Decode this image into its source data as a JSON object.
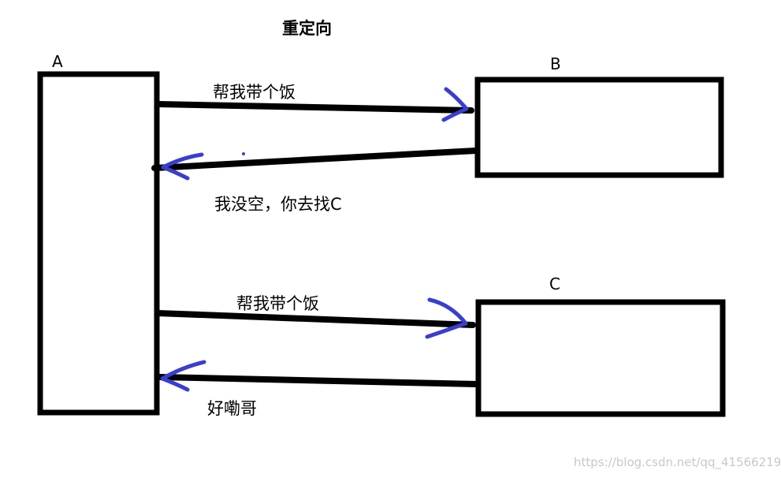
{
  "title": "重定向",
  "nodes": {
    "a": "A",
    "b": "B",
    "c": "C"
  },
  "messages": {
    "a_to_b": "帮我带个饭",
    "b_to_a": "我没空，你去找C",
    "a_to_c": "帮我带个饭",
    "c_to_a": "好嘞哥"
  },
  "watermark": "https://blog.csdn.net/qq_41566219",
  "colors": {
    "stroke": "#000000",
    "arrowhead": "#3a3ecf",
    "watermark": "#c8c8c8"
  }
}
